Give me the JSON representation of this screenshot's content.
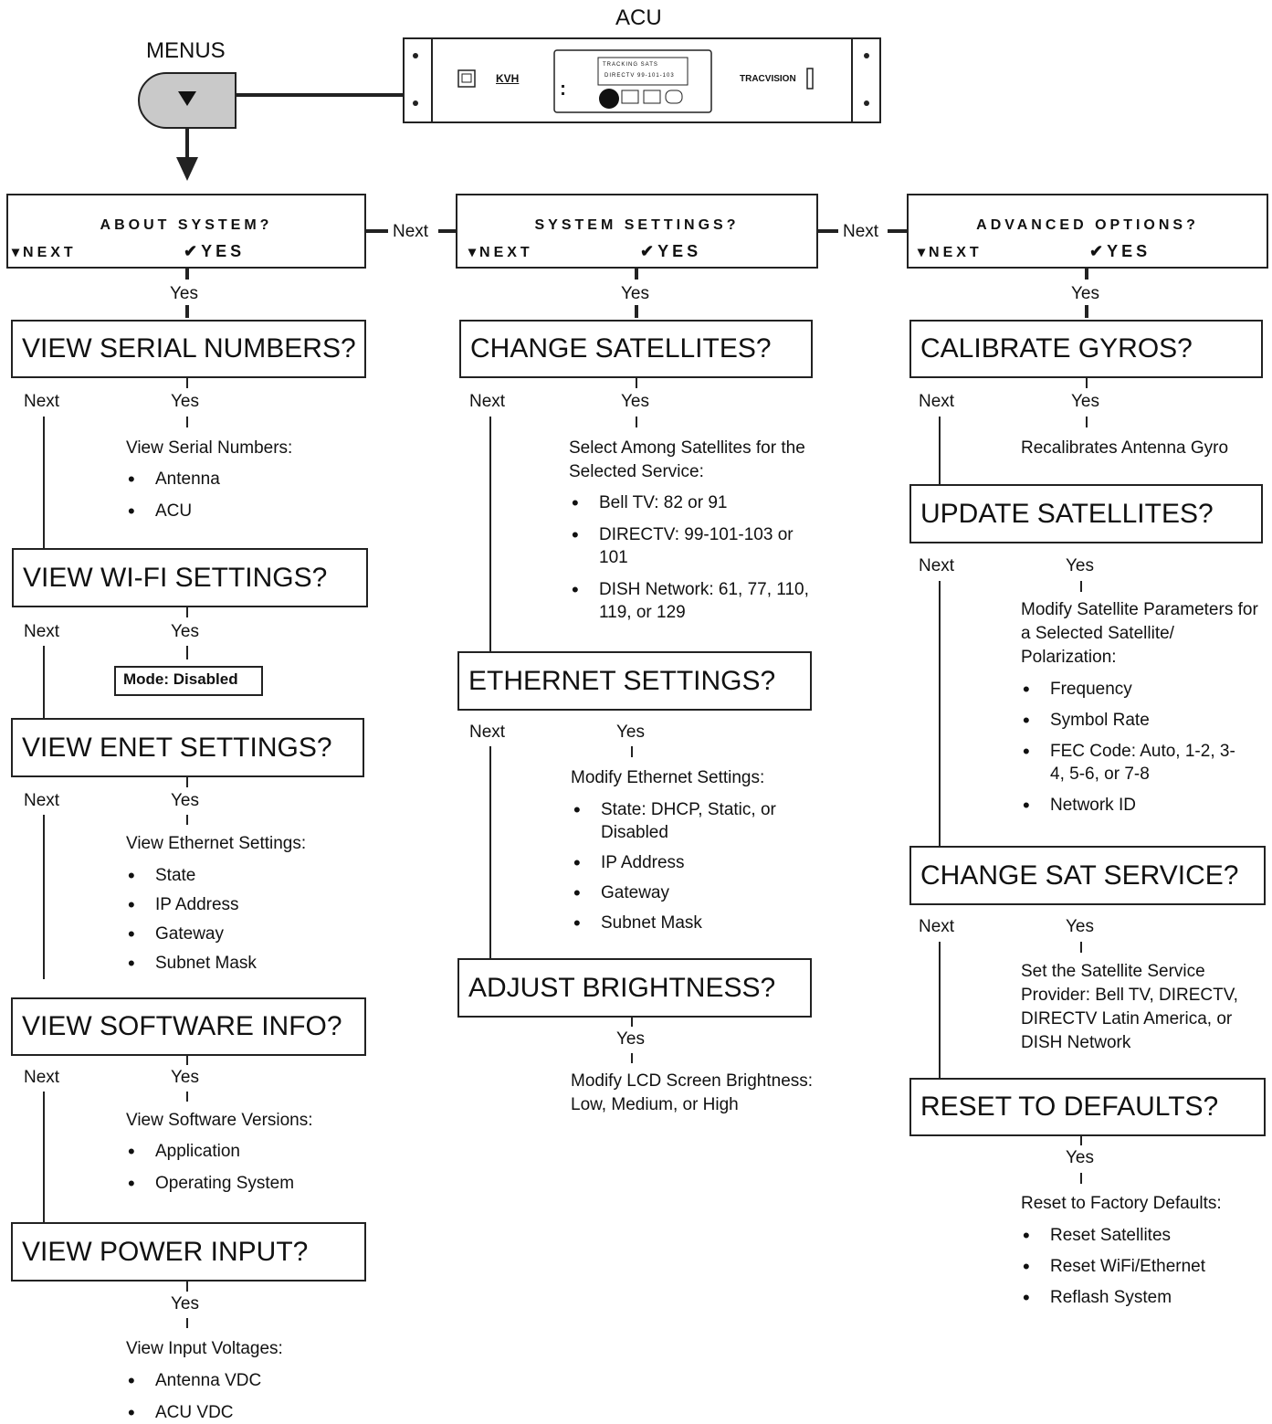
{
  "header": {
    "acu_label": "ACU",
    "menus_label": "MENUS"
  },
  "acu": {
    "brand": "KVH",
    "product": "TRACVISION",
    "lcd_line1": "TRACKING SATS",
    "lcd_line2": "DIRECTV 99-101-103"
  },
  "top": [
    {
      "title": "ABOUT SYSTEM?",
      "next": "NEXT",
      "yes": "YES"
    },
    {
      "title": "SYSTEM SETTINGS?",
      "next": "NEXT",
      "yes": "YES"
    },
    {
      "title": "ADVANCED OPTIONS?",
      "next": "NEXT",
      "yes": "YES"
    }
  ],
  "connectors": {
    "next": "Next",
    "yes": "Yes"
  },
  "col1": {
    "serial": {
      "title": "VIEW SERIAL NUMBERS?",
      "desc": "View Serial Numbers:",
      "items": [
        "Antenna",
        "ACU"
      ]
    },
    "wifi": {
      "title": "VIEW WI-FI SETTINGS?",
      "mode": "Mode: Disabled"
    },
    "enet": {
      "title": "VIEW ENET SETTINGS?",
      "desc": "View Ethernet Settings:",
      "items": [
        "State",
        "IP Address",
        "Gateway",
        "Subnet Mask"
      ]
    },
    "software": {
      "title": "VIEW SOFTWARE INFO?",
      "desc": "View Software Versions:",
      "items": [
        "Application",
        "Operating System"
      ]
    },
    "power": {
      "title": "VIEW POWER INPUT?",
      "desc": "View Input Voltages:",
      "items": [
        "Antenna VDC",
        "ACU VDC"
      ]
    }
  },
  "col2": {
    "change_sats": {
      "title": "CHANGE SATELLITES?",
      "desc": "Select Among Satellites for the Selected Service:",
      "items": [
        "Bell TV: 82 or 91",
        "DIRECTV: 99-101-103 or 101",
        "DISH Network: 61, 77, 110, 119, or 129"
      ]
    },
    "ethernet": {
      "title": "ETHERNET SETTINGS?",
      "desc": "Modify Ethernet Settings:",
      "items": [
        "State: DHCP, Static, or Disabled",
        "IP Address",
        "Gateway",
        "Subnet Mask"
      ]
    },
    "brightness": {
      "title": "ADJUST BRIGHTNESS?",
      "desc": "Modify LCD Screen Brightness: Low, Medium, or High"
    }
  },
  "col3": {
    "gyros": {
      "title": "CALIBRATE GYROS?",
      "desc": "Recalibrates Antenna Gyro"
    },
    "update_sats": {
      "title": "UPDATE SATELLITES?",
      "desc": "Modify Satellite Parameters for a Selected Satellite/ Polarization:",
      "items": [
        "Frequency",
        "Symbol Rate",
        "FEC Code: Auto, 1-2, 3-4, 5-6, or 7-8",
        "Network ID"
      ]
    },
    "sat_service": {
      "title": "CHANGE SAT SERVICE?",
      "desc": "Set the Satellite Service Provider: Bell TV, DIRECTV, DIRECTV Latin America, or DISH Network"
    },
    "reset": {
      "title": "RESET TO DEFAULTS?",
      "desc": "Reset to Factory Defaults:",
      "items": [
        "Reset Satellites",
        "Reset WiFi/Ethernet",
        "Reflash System"
      ]
    }
  }
}
